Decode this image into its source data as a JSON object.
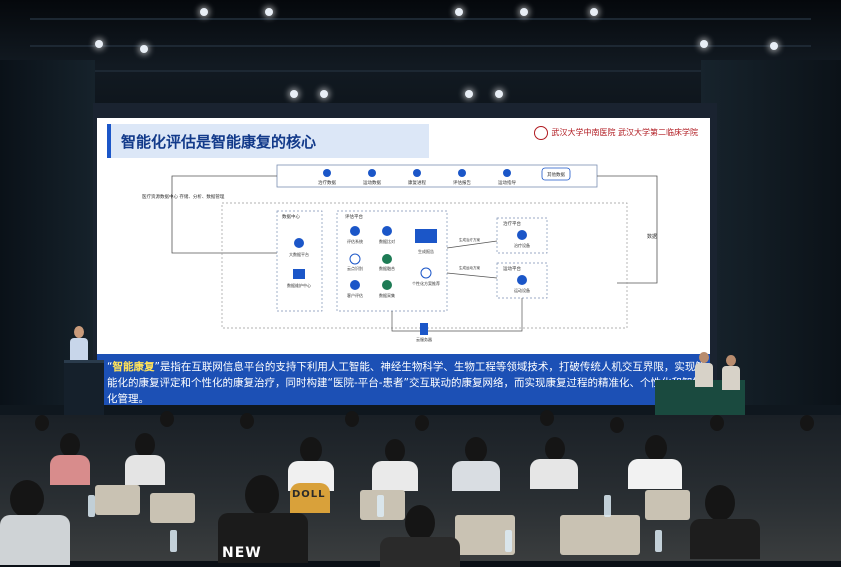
{
  "slide": {
    "title": "智能化评估是智能康复的核心",
    "logo_text": "武汉大学中南医院  武汉大学第二临床学院",
    "diagram": {
      "left_label": "医疗资源数据中心\n存储、分析、数据管理",
      "top_items": [
        "治疗数据",
        "运动数据",
        "康复进程",
        "评估报告",
        "运动指导",
        "其他数据"
      ],
      "data_center_label": "数据中心",
      "data_center_items": [
        "大数据平台",
        "数据维护中心"
      ],
      "eval_platform_label": "评估平台",
      "eval_items": [
        "评估系统",
        "数据比对",
        "生成报告",
        "云点识别",
        "数据融合",
        "客户评估",
        "数据采集",
        "个性化方案推荐"
      ],
      "treatment_platform_label": "治疗平台",
      "treatment_device": "治疗设备",
      "sport_platform_label": "运动平台",
      "sport_device": "运动设备",
      "cloud_label": "云服务器",
      "right_label": "数据",
      "arrow_labels": [
        "生成治疗方案",
        "生成运动方案"
      ]
    }
  },
  "caption": {
    "quote_open": "“",
    "term": "智能康复",
    "text_after_term": "”是指在互联网信息平台的支持下利用人工智能、神经生物科学、生物工程等领域技术，打破传统人机交互界限，实现智能化的康复评定和个性化的康复治疗，同时构建“医院-平台-患者”交互联动的康复网络，而实现康复过程的精准化、个性化和智能化管理。"
  },
  "audience_sign": "NEW",
  "shirt_text": "DOLL"
}
